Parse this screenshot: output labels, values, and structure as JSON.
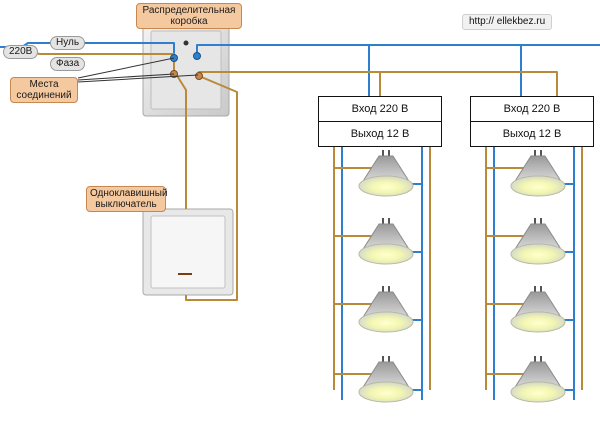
{
  "junction_box_label": "Распределительная коробка",
  "neutral_label": "Нуль",
  "phase_label": "Фаза",
  "voltage_label": "220В",
  "connection_points_label": "Места соединений",
  "switch_label": "Одноклавишный выключатель",
  "website": "http:// ellekbez.ru",
  "transformers": [
    {
      "input_label": "Вход 220 В",
      "output_label": "Выход 12 В"
    },
    {
      "input_label": "Вход 220 В",
      "output_label": "Выход 12 В"
    }
  ],
  "lamps_per_transformer": 4,
  "colors": {
    "neutral_wire": "#2f7fd0",
    "phase_wire": "#b98a3a",
    "callout_fill": "#f5c9a0"
  }
}
